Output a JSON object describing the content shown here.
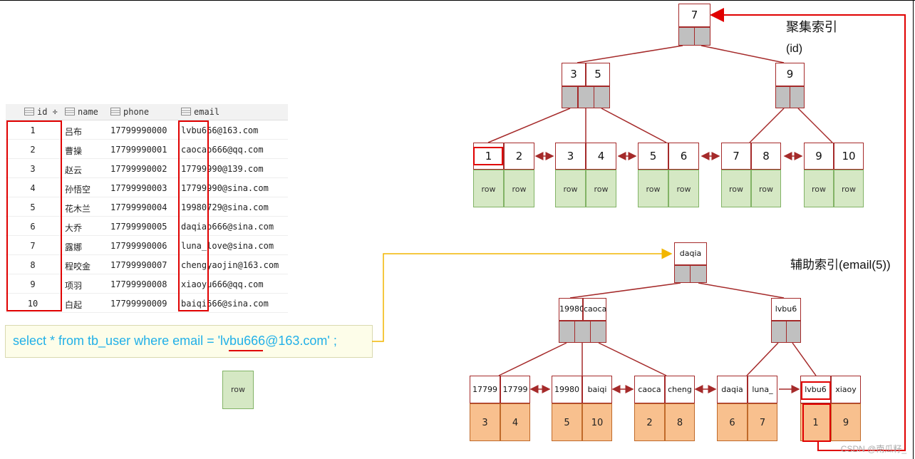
{
  "table": {
    "columns": [
      "id",
      "name",
      "phone",
      "email"
    ],
    "rows": [
      {
        "id": "1",
        "name": "吕布",
        "phone": "17799990000",
        "email": "lvbu666@163.com"
      },
      {
        "id": "2",
        "name": "曹操",
        "phone": "17799990001",
        "email": "caocao666@qq.com"
      },
      {
        "id": "3",
        "name": "赵云",
        "phone": "17799990002",
        "email": "17799990@139.com"
      },
      {
        "id": "4",
        "name": "孙悟空",
        "phone": "17799990003",
        "email": "17799990@sina.com"
      },
      {
        "id": "5",
        "name": "花木兰",
        "phone": "17799990004",
        "email": "19980729@sina.com"
      },
      {
        "id": "6",
        "name": "大乔",
        "phone": "17799990005",
        "email": "daqiao666@sina.com"
      },
      {
        "id": "7",
        "name": "露娜",
        "phone": "17799990006",
        "email": "luna_love@sina.com"
      },
      {
        "id": "8",
        "name": "程咬金",
        "phone": "17799990007",
        "email": "chengyaojin@163.com"
      },
      {
        "id": "9",
        "name": "项羽",
        "phone": "17799990008",
        "email": "xiaoyu666@qq.com"
      },
      {
        "id": "10",
        "name": "白起",
        "phone": "17799990009",
        "email": "baiqi666@sina.com"
      }
    ]
  },
  "sql": "select * from tb_user where email = 'lvbu666@163.com' ;",
  "standalone_row": "row",
  "clustered": {
    "title": "聚集索引",
    "subtitle": "(id)",
    "root": "7",
    "level2": [
      [
        "3",
        "5"
      ],
      [
        "9"
      ]
    ],
    "leaves": [
      [
        "1",
        "2"
      ],
      [
        "3",
        "4"
      ],
      [
        "5",
        "6"
      ],
      [
        "7",
        "8"
      ],
      [
        "9",
        "10"
      ]
    ],
    "row_label": "row"
  },
  "secondary": {
    "title": "辅助索引(email(5))",
    "root": "daqia",
    "level2": [
      [
        "19980",
        "caoca"
      ],
      [
        "lvbu6"
      ]
    ],
    "leaves": [
      [
        "17799",
        "17799"
      ],
      [
        "19980",
        "baiqi"
      ],
      [
        "caoca",
        "cheng"
      ],
      [
        "daqia",
        "luna_"
      ],
      [
        "lvbu6",
        "xiaoy"
      ]
    ],
    "leaf_ids": [
      [
        "3",
        "4"
      ],
      [
        "5",
        "10"
      ],
      [
        "2",
        "8"
      ],
      [
        "6",
        "7"
      ],
      [
        "1",
        "9"
      ]
    ]
  },
  "watermark": "CSDN @南瓜籽_",
  "colors": {
    "red": "#e00000",
    "node_border": "#a52a2a",
    "pointer": "#c0c0c0",
    "row_green": "#d5e8c4",
    "id_orange": "#f8c08e",
    "sql_blue": "#21b0e8",
    "yellow_arrow": "#f2b600"
  }
}
